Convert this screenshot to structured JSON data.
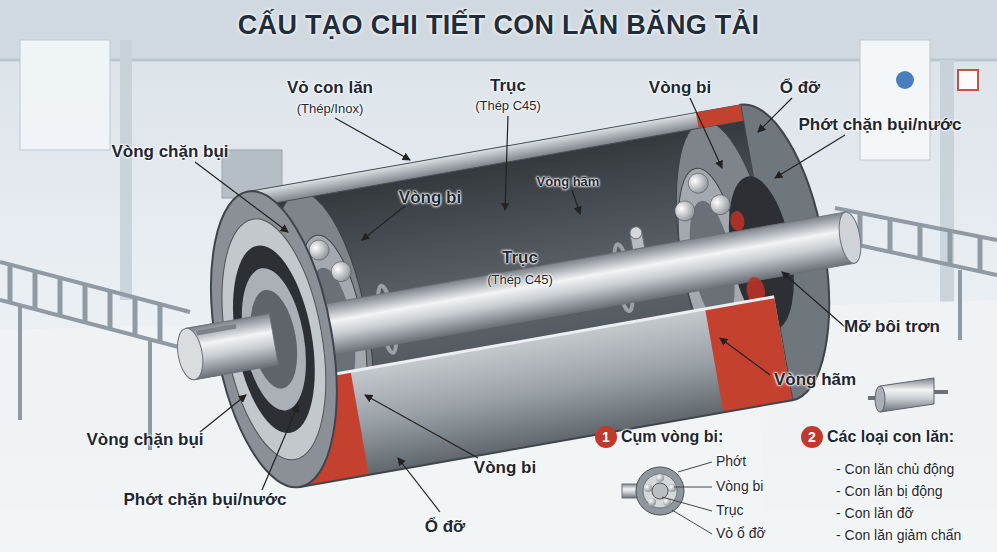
{
  "diagram": {
    "title": "CẤU TẠO CHI TIẾT CON LĂN BĂNG TẢI",
    "nodes": [
      {
        "text": [
          "1"
        ]
      },
      {
        "text": [
          "2"
        ]
      }
    ],
    "labels": [
      "Vỏ con lăn",
      "(Thép/Inox)",
      "Trục",
      "(Thép C45)",
      "Vòng bi",
      "Ổ đỡ",
      "Phớt chặn bụi/nước",
      "Vòng chặn bụi",
      "Vòng bi",
      "Vòng hãm",
      "Trục",
      "(Thép C45)",
      "Mỡ bôi trơn",
      "Vòng hãm",
      "Vòng chặn bụi",
      "Phớt chặn bụi/nước",
      "Vòng bi",
      "Ổ đỡ",
      "Cụm vòng bi:",
      "Phớt",
      "Vòng bi",
      "Trục",
      "Vỏ ổ đỡ",
      "Các loại con lăn:",
      "- Con lăn chủ động",
      "- Con lăn bị động",
      "- Con lăn đỡ",
      "- Con lăn giảm chấn"
    ]
  }
}
